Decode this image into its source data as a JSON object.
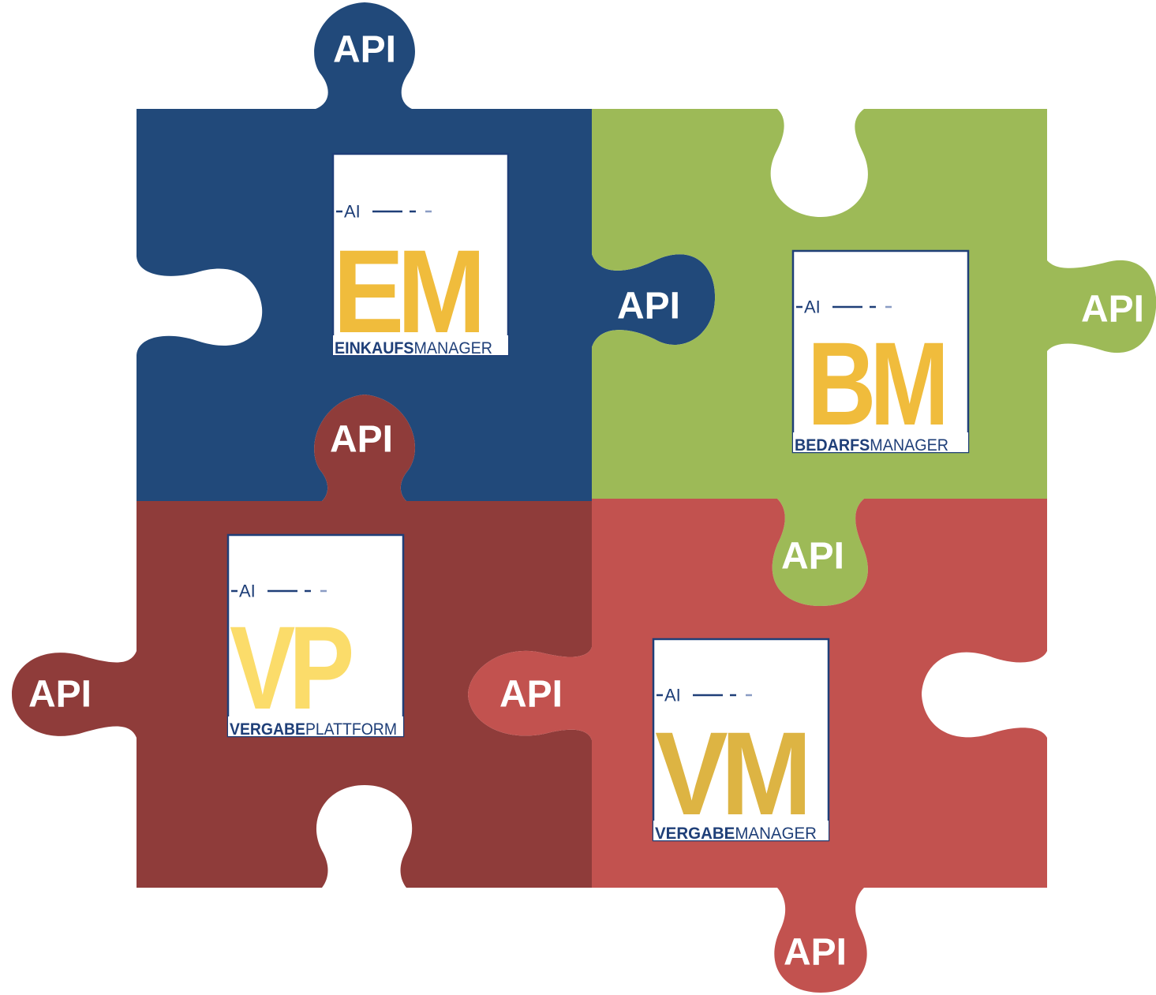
{
  "colors": {
    "blue_piece": "#21497a",
    "green_piece": "#9dba57",
    "dark_red_piece": "#8f3c3a",
    "red_piece": "#c2524f",
    "logo_navy": "#1f3f78",
    "logo_gold": "#f0bc3c",
    "logo_gold_light": "#fbdc6a",
    "logo_gold_muted": "#ddb443"
  },
  "connector_label": "API",
  "connectors": [
    {
      "id": "top",
      "label": "API"
    },
    {
      "id": "blue-right",
      "label": "API"
    },
    {
      "id": "green-right",
      "label": "API"
    },
    {
      "id": "dark-red-top",
      "label": "API"
    },
    {
      "id": "green-bottom",
      "label": "API"
    },
    {
      "id": "dark-red-left",
      "label": "API"
    },
    {
      "id": "red-left",
      "label": "API"
    },
    {
      "id": "red-bottom",
      "label": "API"
    }
  ],
  "logos": [
    {
      "id": "em",
      "ai_label": "AI",
      "mark": "EM",
      "name_bold": "EINKAUFS",
      "name_light": "MANAGER",
      "icon": "einkaufsmanager-logo"
    },
    {
      "id": "bm",
      "ai_label": "AI",
      "mark": "BM",
      "name_bold": "BEDARFS",
      "name_light": "MANAGER",
      "icon": "bedarfsmanager-logo"
    },
    {
      "id": "vp",
      "ai_label": "AI",
      "mark": "VP",
      "name_bold": "VERGABE",
      "name_light": "PLATTFORM",
      "icon": "vergabeplattform-logo"
    },
    {
      "id": "vm",
      "ai_label": "AI",
      "mark": "VM",
      "name_bold": "VERGABE",
      "name_light": "MANAGER",
      "icon": "vergabemanager-logo"
    }
  ]
}
